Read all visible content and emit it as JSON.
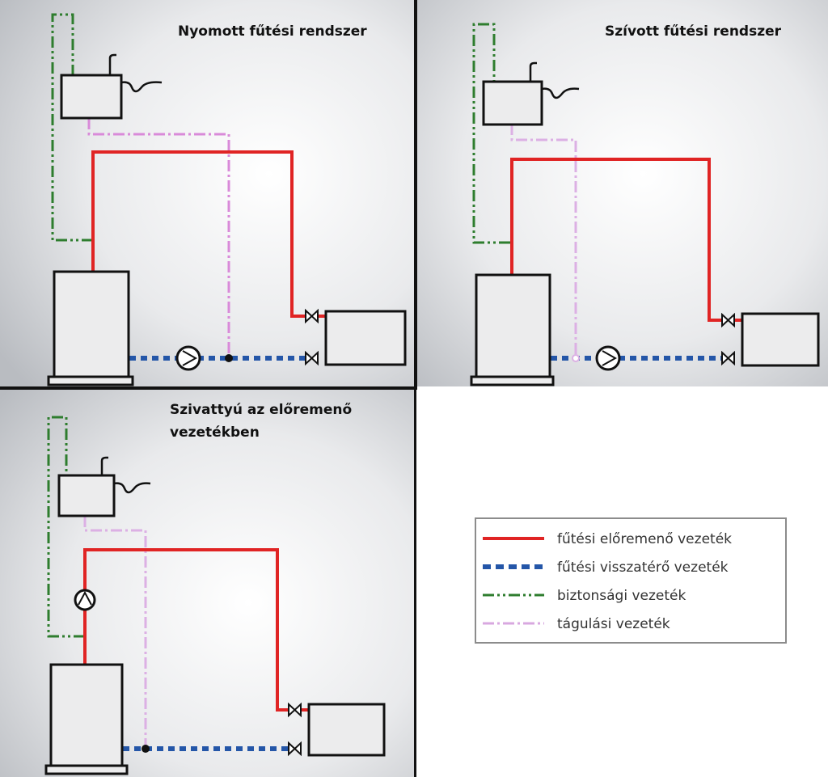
{
  "panels": {
    "pressed": {
      "title": "Nyomott fűtési rendszer"
    },
    "suction": {
      "title": "Szívott fűtési rendszer"
    },
    "flow_pump": {
      "title_line1": "Szivattyú az előremenő",
      "title_line2": "vezetékben"
    }
  },
  "legend": {
    "items": [
      {
        "label": "fűtési előremenő vezeték",
        "line": "flow",
        "color": "#e02424"
      },
      {
        "label": "fűtési visszatérő vezeték",
        "line": "return",
        "color": "#2456a8"
      },
      {
        "label": "biztonsági vezeték",
        "line": "safety",
        "color": "#2e7d2e"
      },
      {
        "label": "tágulási vezeték",
        "line": "expansion",
        "color": "#d8a8e0"
      }
    ]
  },
  "colors": {
    "flow": "#e02424",
    "return": "#2456a8",
    "safety": "#2e7d2e",
    "expansion_pressed": "#d98ad9",
    "expansion_light": "#dcb0e4",
    "frame": "#111111"
  }
}
